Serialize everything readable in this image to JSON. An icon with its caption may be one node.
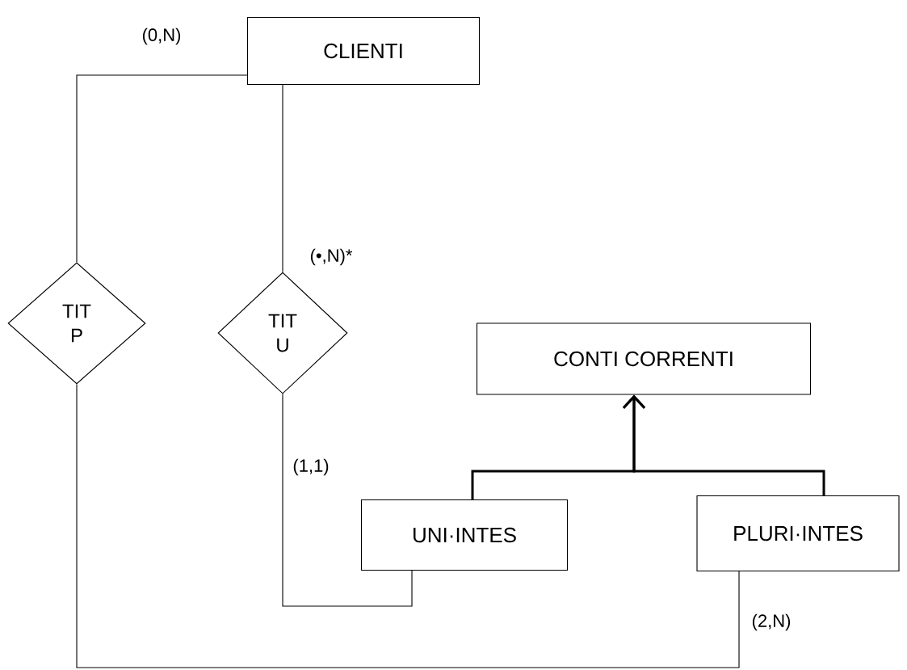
{
  "diagram": {
    "nodes": [
      {
        "text": [
          "CLIENTI"
        ]
      },
      {
        "text": [
          "TIT P"
        ]
      },
      {
        "text": [
          "TIT U"
        ]
      },
      {
        "text": [
          "CONTI CORRENTI"
        ]
      },
      {
        "text": [
          "UNI·INTES"
        ]
      },
      {
        "text": [
          "PLURI·INTES"
        ]
      }
    ],
    "edges": [
      {
        "from": 0,
        "to": 1,
        "arrow": "none",
        "label": "(0,N)"
      },
      {
        "from": 0,
        "to": 2,
        "arrow": "none",
        "label": "(•,N)*"
      },
      {
        "from": 2,
        "to": 4,
        "arrow": "none",
        "label": "(1,1)"
      },
      {
        "from": 1,
        "to": 5,
        "arrow": "none",
        "label": "(2,N)"
      },
      {
        "from": 4,
        "to": 3,
        "arrow": "to",
        "style": "thick"
      },
      {
        "from": 5,
        "to": 3,
        "arrow": "to",
        "style": "thick"
      }
    ]
  }
}
